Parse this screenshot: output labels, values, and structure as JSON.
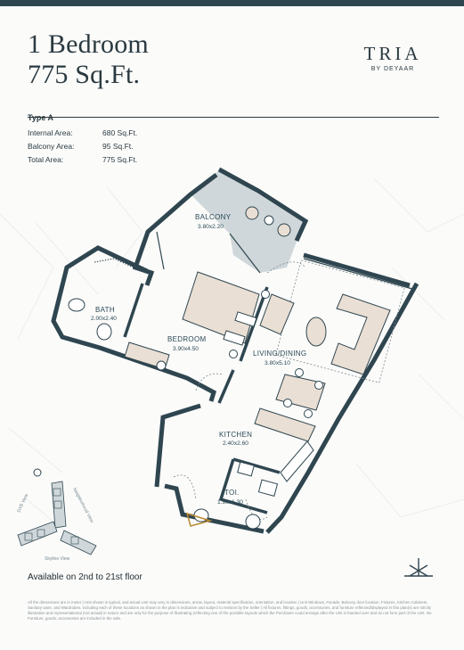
{
  "header": {
    "title_line1": "1 Bedroom",
    "title_line2": "775 Sq.Ft.",
    "brand_name": "TRIA",
    "brand_sub": "BY DEYAAR"
  },
  "unit": {
    "type_label": "Type A",
    "rows": [
      {
        "label": "Internal Area:",
        "value": "680 Sq.Ft."
      },
      {
        "label": "Balcony Area:",
        "value": "95 Sq.Ft."
      },
      {
        "label": "Total Area:",
        "value": "775 Sq.Ft."
      }
    ]
  },
  "rooms": {
    "balcony": {
      "name": "BALCONY",
      "dims": "3.80x2.20"
    },
    "bath": {
      "name": "BATH",
      "dims": "2.00x2.40"
    },
    "bedroom": {
      "name": "BEDROOM",
      "dims": "3.90x4.50"
    },
    "living": {
      "name": "LIVING/DINING",
      "dims": "3.80x5.10"
    },
    "kitchen": {
      "name": "KITCHEN",
      "dims": "2.40x2.60"
    },
    "toi": {
      "name": "TOI.",
      "dims": "1.90x1.30"
    }
  },
  "keyplan": {
    "views": [
      "DXB View",
      "Neighborhood View",
      "Skyline View"
    ]
  },
  "availability": "Available on 2nd to 21st floor",
  "disclaimer": "All the dimensions are in meter | Unit shown is typical, and actual Unit may vary in dimensions, areas, layout, material specification, orientation, and location | Unit Windows, Facade, Balcony door location, Fixtures, Kitchen Cabinets, Sanitary ware, and Wardrobes, including each of these locations as shown in the plan is indicative and subject to revision by the Seller | All fixtures, fittings, goods, accessories, and furniture reflected/displayed in this plan(s) are strictly illustrative and representational (not actual) in nature and are only for the purpose of illustrating (reflecting one of the possible layouts which the Purchaser could arrange after the Unit is handed over and do not form part of the Unit. No Furniture, goods, accessories are included in the sale.",
  "colors": {
    "wall": "#2f4650",
    "balcony_fill": "#cfd7da",
    "furniture_fill": "#eadfd4",
    "topbar": "#2f4650"
  }
}
